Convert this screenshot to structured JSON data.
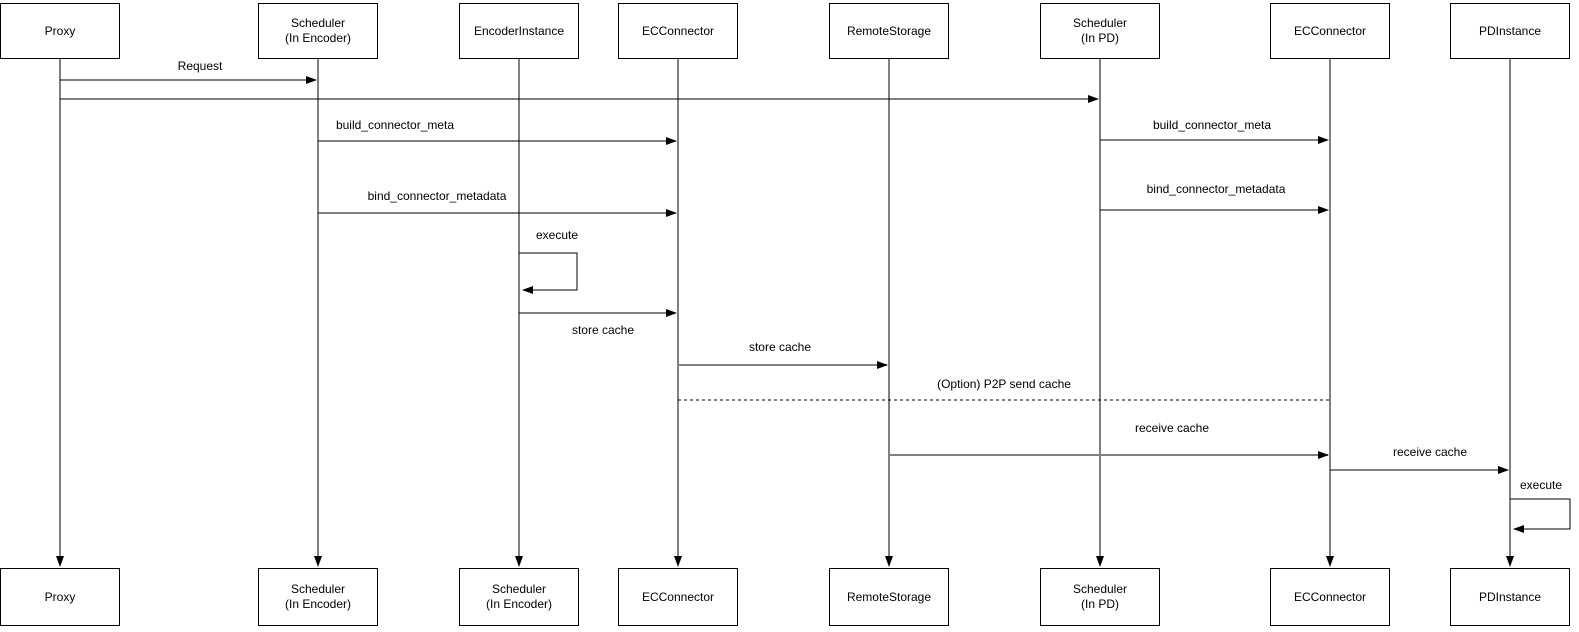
{
  "diagram": {
    "type": "uml-sequence",
    "colors": {
      "background": "#ffffff",
      "stroke": "#000000",
      "muted_stroke": "#808080",
      "text": "#000000"
    },
    "participants_top": [
      {
        "label": "Proxy"
      },
      {
        "label": "Scheduler\n(In Encoder)"
      },
      {
        "label": "EncoderInstance"
      },
      {
        "label": "ECConnector"
      },
      {
        "label": "RemoteStorage"
      },
      {
        "label": "Scheduler\n(In PD)"
      },
      {
        "label": "ECConnector"
      },
      {
        "label": "PDInstance"
      }
    ],
    "participants_bottom": [
      {
        "label": "Proxy"
      },
      {
        "label": "Scheduler\n(In Encoder)"
      },
      {
        "label": "Scheduler\n(In Encoder)"
      },
      {
        "label": "ECConnector"
      },
      {
        "label": "RemoteStorage"
      },
      {
        "label": "Scheduler\n(In PD)"
      },
      {
        "label": "ECConnector"
      },
      {
        "label": "PDInstance"
      }
    ],
    "messages": [
      {
        "label": "Request",
        "from": "Proxy",
        "to": "Scheduler (In Encoder)",
        "style": "solid"
      },
      {
        "label": "",
        "from": "Proxy",
        "to": "Scheduler (In PD)",
        "style": "solid"
      },
      {
        "label": "build_connector_meta",
        "from": "Scheduler (In Encoder)",
        "to": "ECConnector",
        "style": "solid"
      },
      {
        "label": "build_connector_meta",
        "from": "Scheduler (In PD)",
        "to": "ECConnector",
        "style": "solid"
      },
      {
        "label": "bind_connector_metadata",
        "from": "Scheduler (In Encoder)",
        "to": "ECConnector",
        "style": "solid"
      },
      {
        "label": "bind_connector_metadata",
        "from": "Scheduler (In PD)",
        "to": "ECConnector",
        "style": "solid"
      },
      {
        "label": "execute",
        "from": "EncoderInstance",
        "to": "EncoderInstance",
        "style": "self"
      },
      {
        "label": "store cache",
        "from": "EncoderInstance",
        "to": "ECConnector",
        "style": "solid"
      },
      {
        "label": "store cache",
        "from": "ECConnector",
        "to": "RemoteStorage",
        "style": "solid"
      },
      {
        "label": "(Option) P2P send cache",
        "from": "ECConnector",
        "to": "ECConnector",
        "style": "dashed"
      },
      {
        "label": "receive cache",
        "from": "RemoteStorage",
        "to": "ECConnector",
        "style": "solid"
      },
      {
        "label": "receive cache",
        "from": "ECConnector",
        "to": "PDInstance",
        "style": "solid"
      },
      {
        "label": "execute",
        "from": "PDInstance",
        "to": "PDInstance",
        "style": "self"
      }
    ]
  }
}
